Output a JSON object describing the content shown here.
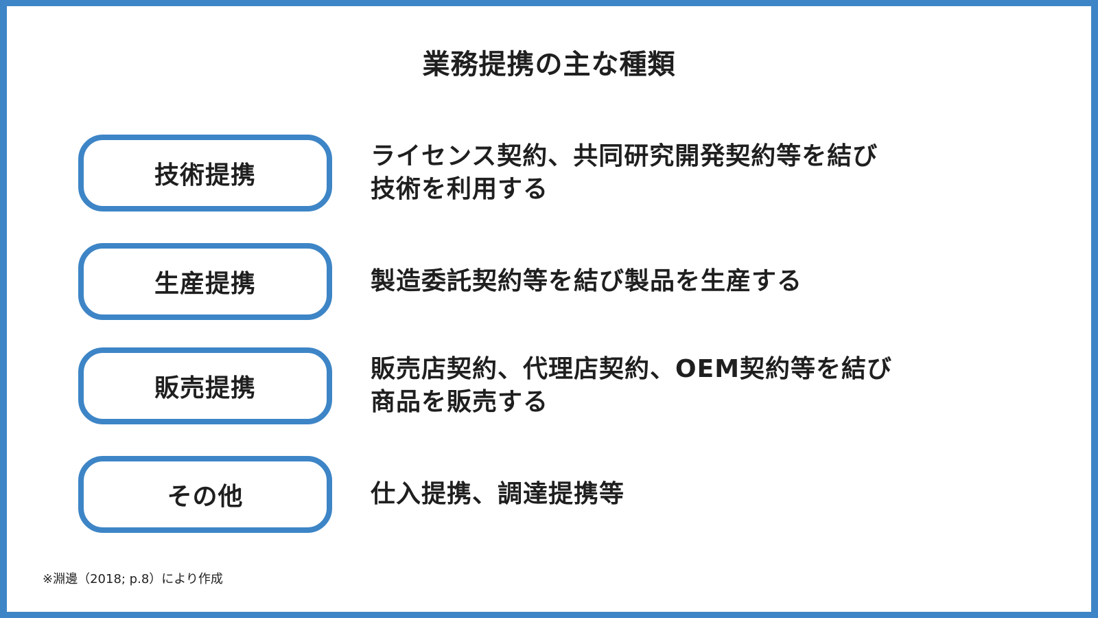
{
  "title": "業務提携の主な種類",
  "rows": [
    {
      "label": "技術提携",
      "description_lines": [
        "ライセンス契約、共同研究開発契約等を結び",
        "技術を利用する"
      ]
    },
    {
      "label": "生産提携",
      "description_lines": [
        "製造委託契約等を結び製品を生産する"
      ]
    },
    {
      "label": "販売提携",
      "description_lines": [
        "販売店契約、代理店契約、OEM契約等を結び",
        "商品を販売する"
      ]
    },
    {
      "label": "その他",
      "description_lines": [
        "仕入提携、調達提携等"
      ]
    }
  ],
  "source": "※淵邊（2018; p.8）により作成",
  "colors": {
    "accent": "#3d85c6",
    "text": "#1f1f1f",
    "background": "#ffffff"
  }
}
